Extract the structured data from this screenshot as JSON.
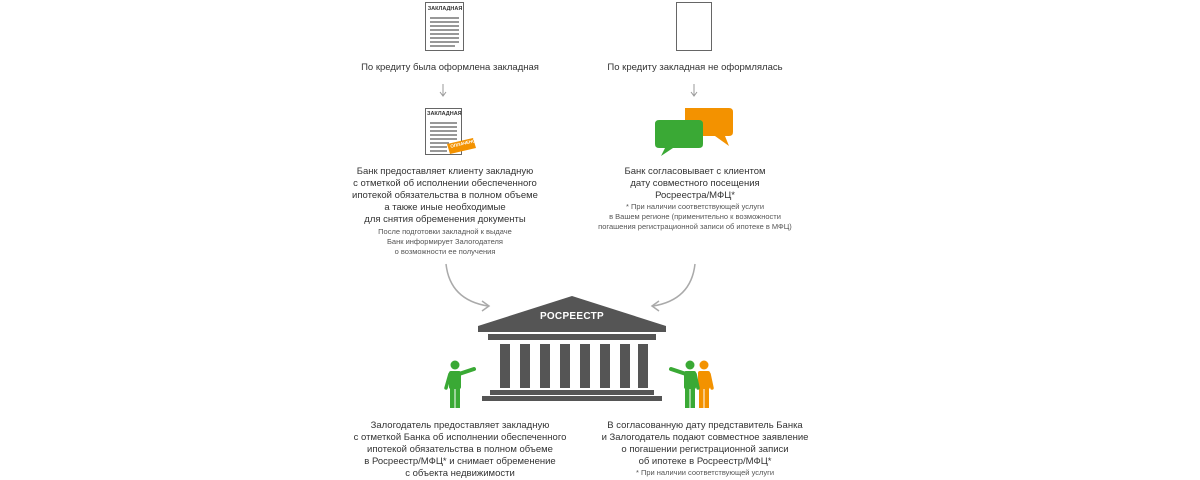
{
  "colors": {
    "green": "#3aa935",
    "orange": "#f39200",
    "gray": "#7a7a7a",
    "dark": "#555555"
  },
  "left_branch": {
    "top_doc_label": "ЗАКЛАДНАЯ",
    "top_caption": "По кредиту была оформлена закладная",
    "mid_doc_label": "ЗАКЛАДНАЯ",
    "stamp_label": "ОПЛАЧЕНО",
    "mid_text": "Банк предоставляет клиенту закладную\nс отметкой об исполнении обеспеченного\nипотекой обязательства в полном объеме\nа также иные необходимые\nдля снятия обременения документы",
    "mid_note": "После подготовки закладной к выдаче\nБанк информирует Залогодателя\nо возможности ее получения",
    "bottom_text": "Залогодатель предоставляет закладную\nс отметкой Банка об исполнении обеспеченного\nипотекой обязательства в полном объеме\nв Росреестр/МФЦ* и снимает обременение\nс объекта недвижимости"
  },
  "right_branch": {
    "top_caption": "По кредиту закладная не оформлялась",
    "mid_text": "Банк согласовывает с клиентом\nдату совместного посещения\nРосреестра/МФЦ*",
    "mid_note": "* При наличии соответствующей услуги\nв Вашем регионе (применительно к возможности\nпогашения регистрационной записи об ипотеке в МФЦ)",
    "bottom_text": "В согласованную дату представитель Банка\nи Залогодатель подают совместное заявление\nо погашении регистрационной записи\nоб ипотеке в Росреестр/МФЦ*",
    "bottom_note": "* При наличии соответствующей услуги"
  },
  "building": {
    "label": "РОСРЕЕСТР"
  },
  "icons": {
    "doc_top": "document-icon",
    "blank_doc": "blank-document-icon",
    "doc_stamped": "stamped-document-icon",
    "chat": "chat-bubbles-icon",
    "building": "government-building-icon",
    "person_left": "person-pointing-icon",
    "persons_right": "two-persons-pointing-icon"
  }
}
